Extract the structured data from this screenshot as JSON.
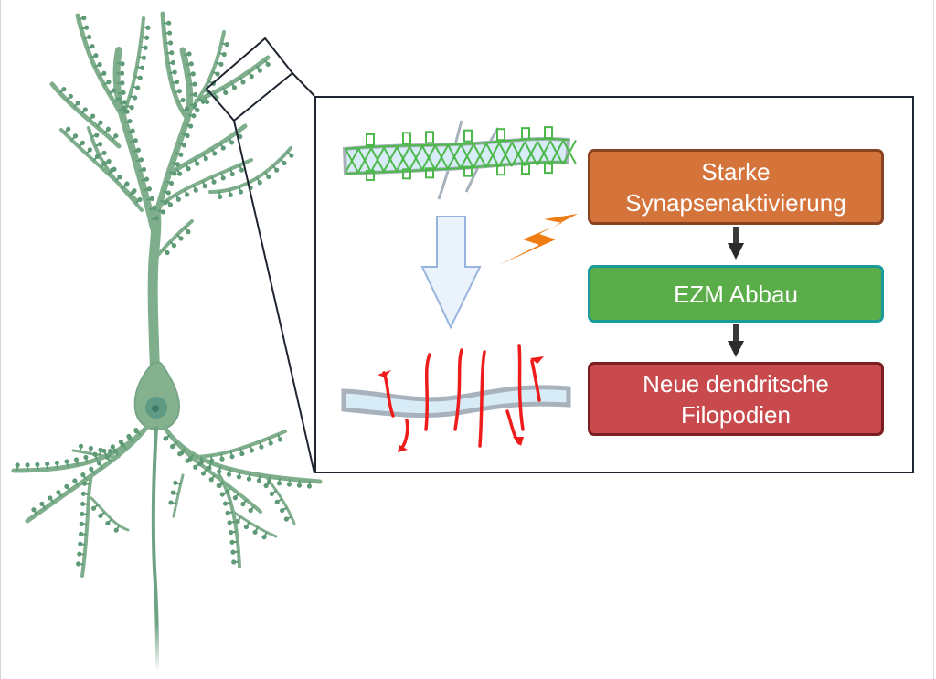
{
  "figure": {
    "title": "Neuron dendrite remodeling after strong synapse activation",
    "colors": {
      "neuron": "#86b18f",
      "neuron_outline": "#5f9a76",
      "soma_nucleus": "#5f9a85",
      "nucleolus": "#3f7b6a",
      "zoom_box_line": "#1f2530",
      "ecm_net": "#4cb84a",
      "dendrite_core": "#d8ecf7",
      "dendrite_shell": "#a7b2bd",
      "filopodia": "#ef1c1c",
      "process_arrow_fill": "#eaf2fb",
      "process_arrow_stroke": "#98b3dd",
      "lightning": "#ef7d16",
      "connector_arrow": "#2b2b2b"
    },
    "icons": {
      "neuron": "pyramidal-neuron-icon",
      "zoom_region": "zoom-region-icon",
      "dendrite_before": "dendrite-with-ecm-icon",
      "dendrite_after": "dendrite-with-filopodia-icon",
      "transition_arrow": "down-arrow-icon",
      "activation": "lightning-bolt-icon"
    }
  },
  "flow": {
    "steps": [
      {
        "lines": [
          "Starke",
          "Synapsenaktivierung"
        ],
        "color": "#d4733a"
      },
      {
        "lines": [
          "EZM Abbau"
        ],
        "color": "#5aad48"
      },
      {
        "lines": [
          "Neue dendritsche",
          "Filopodien"
        ],
        "color": "#c94a4c"
      }
    ]
  }
}
